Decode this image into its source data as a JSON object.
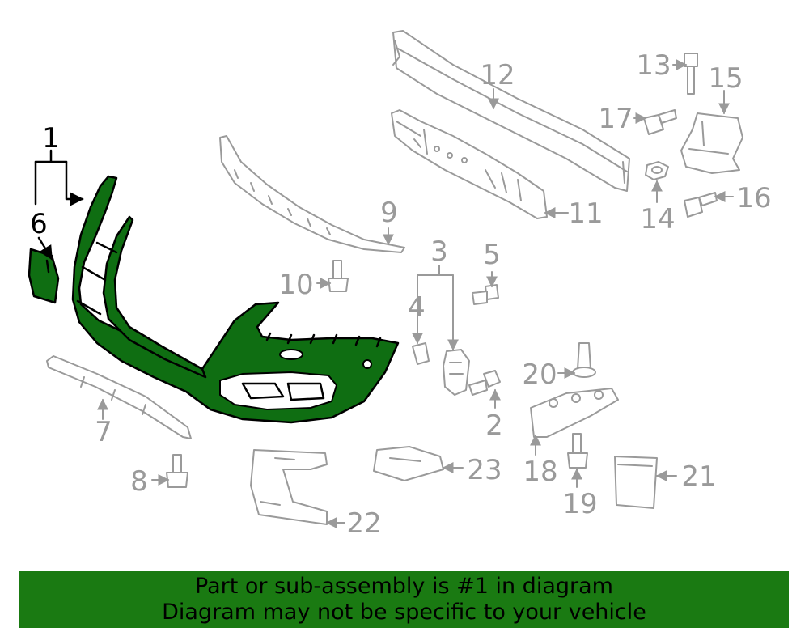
{
  "callouts": {
    "c1": "1",
    "c2": "2",
    "c3": "3",
    "c4": "4",
    "c5": "5",
    "c6": "6",
    "c7": "7",
    "c8": "8",
    "c9": "9",
    "c10": "10",
    "c11": "11",
    "c12": "12",
    "c13": "13",
    "c14": "14",
    "c15": "15",
    "c16": "16",
    "c17": "17",
    "c18": "18",
    "c19": "19",
    "c20": "20",
    "c21": "21",
    "c22": "22",
    "c23": "23"
  },
  "highlight_color": "#0f6e12",
  "banner": {
    "line1": "Part or sub-assembly is #1 in diagram",
    "line2": "Diagram may not be specific to your vehicle",
    "background": "#1a7a12"
  }
}
